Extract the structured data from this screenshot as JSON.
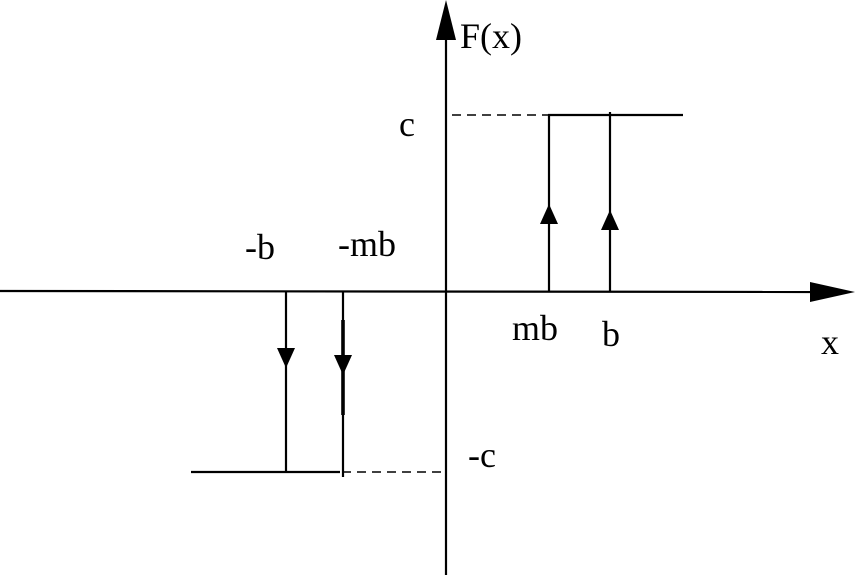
{
  "labels": {
    "y_axis": "F(x)",
    "x_axis": "x",
    "c": "c",
    "neg_c": "-c",
    "b": "b",
    "mb": "mb",
    "neg_b": "-b",
    "neg_mb": "-mb"
  }
}
